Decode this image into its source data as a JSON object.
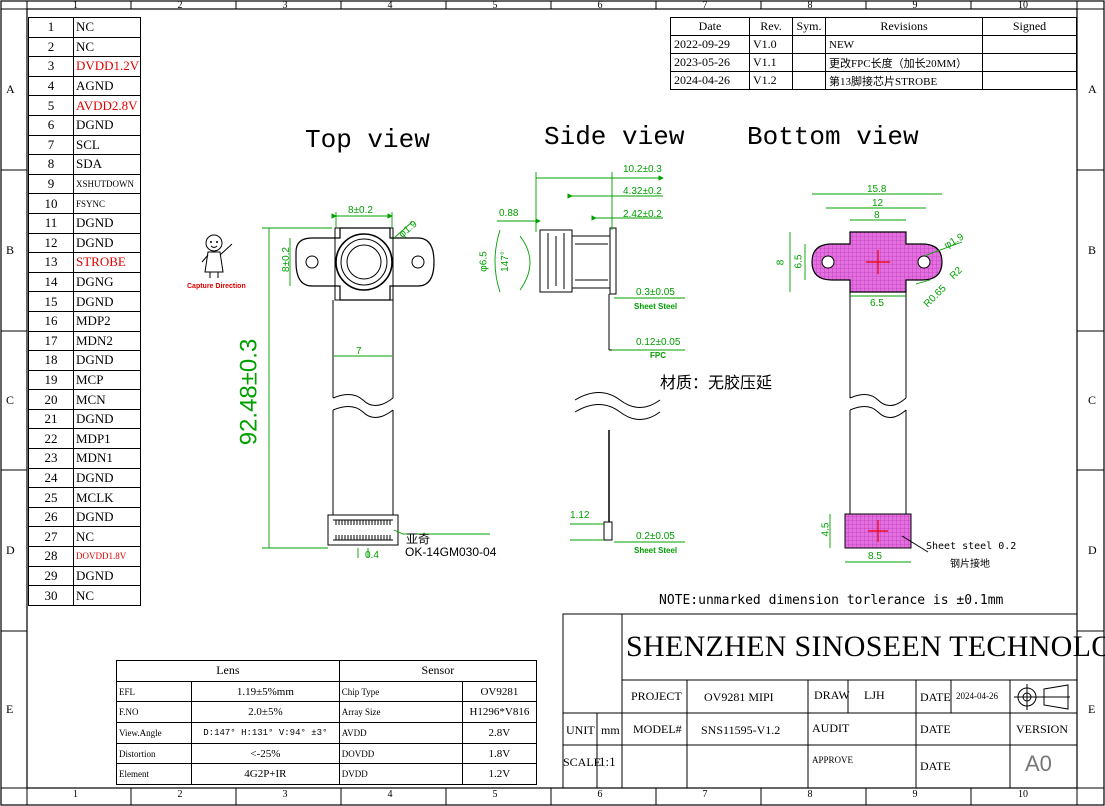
{
  "border": {
    "col_numbers": [
      "1",
      "2",
      "3",
      "4",
      "5",
      "6",
      "7",
      "8",
      "9",
      "10"
    ],
    "row_letters": [
      "A",
      "B",
      "C",
      "D",
      "E"
    ]
  },
  "pins": [
    {
      "no": "1",
      "sig": "NC"
    },
    {
      "no": "2",
      "sig": "NC"
    },
    {
      "no": "3",
      "sig": "DVDD1.2V",
      "color": "red"
    },
    {
      "no": "4",
      "sig": "AGND"
    },
    {
      "no": "5",
      "sig": "AVDD2.8V",
      "color": "red"
    },
    {
      "no": "6",
      "sig": "DGND"
    },
    {
      "no": "7",
      "sig": "SCL"
    },
    {
      "no": "8",
      "sig": "SDA"
    },
    {
      "no": "9",
      "sig": "XSHUTDOWN",
      "small": true
    },
    {
      "no": "10",
      "sig": "FSYNC",
      "small": true
    },
    {
      "no": "11",
      "sig": "DGND"
    },
    {
      "no": "12",
      "sig": "DGND"
    },
    {
      "no": "13",
      "sig": "STROBE",
      "color": "red"
    },
    {
      "no": "14",
      "sig": "DGNG"
    },
    {
      "no": "15",
      "sig": "DGND"
    },
    {
      "no": "16",
      "sig": "MDP2"
    },
    {
      "no": "17",
      "sig": "MDN2"
    },
    {
      "no": "18",
      "sig": "DGND"
    },
    {
      "no": "19",
      "sig": "MCP"
    },
    {
      "no": "20",
      "sig": "MCN"
    },
    {
      "no": "21",
      "sig": "DGND"
    },
    {
      "no": "22",
      "sig": "MDP1"
    },
    {
      "no": "23",
      "sig": "MDN1"
    },
    {
      "no": "24",
      "sig": "DGND"
    },
    {
      "no": "25",
      "sig": "MCLK"
    },
    {
      "no": "26",
      "sig": "DGND"
    },
    {
      "no": "27",
      "sig": "NC"
    },
    {
      "no": "28",
      "sig": "DOVDD1.8V",
      "color": "red",
      "small": true
    },
    {
      "no": "29",
      "sig": "DGND"
    },
    {
      "no": "30",
      "sig": "NC"
    }
  ],
  "revisions": {
    "headers": {
      "date": "Date",
      "rev": "Rev.",
      "sym": "Sym.",
      "desc": "Revisions",
      "signed": "Signed"
    },
    "rows": [
      {
        "date": "2022-09-29",
        "rev": "V1.0",
        "sym": "",
        "desc": "NEW",
        "signed": ""
      },
      {
        "date": "2023-05-26",
        "rev": "V1.1",
        "sym": "",
        "desc": "更改FPC长度（加长20MM）",
        "signed": ""
      },
      {
        "date": "2024-04-26",
        "rev": "V1.2",
        "sym": "",
        "desc": "第13脚接芯片STROBE",
        "signed": ""
      }
    ]
  },
  "views": {
    "top": "Top view",
    "side": "Side view",
    "bottom": "Bottom view"
  },
  "capture_direction": "Capture Direction",
  "top_view": {
    "dim_width": "8±0.2",
    "dim_height": "8±0.2",
    "dim_hole": "φ1.9",
    "dim_fpc_width": "7",
    "dim_length": "92.48±0.3",
    "dim_conn": "0.4",
    "connector_maker": "亚奇",
    "connector_part": "OK-14GM030-04"
  },
  "side_view": {
    "dim_total": "10.2±0.3",
    "dim_lens": "4.32±0.2",
    "dim_body": "2.42±0.2",
    "dim_offset": "0.88",
    "dim_dia": "φ6.5",
    "dim_fov": "147°",
    "sheet_steel_top": "0.3±0.05",
    "sheet_steel_label": "Sheet Steel",
    "fpc_thickness": "0.12±0.05",
    "fpc_label": "FPC",
    "material_note": "材质：无胶压延",
    "dim_conn_h": "1.12",
    "sheet_steel_bottom": "0.2±0.05"
  },
  "bottom_view": {
    "dim_15_8": "15.8",
    "dim_12": "12",
    "dim_8w": "8",
    "dim_8h": "8",
    "dim_6_5h": "6.5",
    "dim_6_5w": "6.5",
    "dim_hole": "φ1.9",
    "dim_r2": "R2",
    "dim_r065": "R0.65",
    "dim_4_5": "4.5",
    "dim_8_5": "8.5",
    "steel_note": "Sheet steel 0.2",
    "steel_note_cn": "钢片接地"
  },
  "note": "NOTE:unmarked dimension torlerance is ±0.1mm",
  "specs": {
    "lens_header": "Lens",
    "sensor_header": "Sensor",
    "rows": [
      {
        "lk": "EFL",
        "lv": "1.19±5%mm",
        "sk": "Chip Type",
        "sv": "OV9281"
      },
      {
        "lk": "F.NO",
        "lv": "2.0±5%",
        "sk": "Array Size",
        "sv": "H1296*V816"
      },
      {
        "lk": "View.Angle",
        "lv": "D:147° H:131° V:94° ±3°",
        "sk": "AVDD",
        "sv": "2.8V"
      },
      {
        "lk": "Distortion",
        "lv": "<-25%",
        "sk": "DOVDD",
        "sv": "1.8V"
      },
      {
        "lk": "Element",
        "lv": "4G2P+IR",
        "sk": "DVDD",
        "sv": "1.2V"
      }
    ]
  },
  "title_block": {
    "company": "SHENZHEN SINOSEEN TECHNOLOGY",
    "project_label": "PROJECT",
    "project": "OV9281 MIPI",
    "draw_label": "DRAW",
    "draw": "LJH",
    "date_label": "DATE",
    "date": "2024-04-26",
    "unit_label": "UNIT",
    "unit": "mm",
    "model_label": "MODEL#",
    "model": "SNS11595-V1.2",
    "audit_label": "AUDIT",
    "date2_label": "DATE",
    "version_label": "VERSION",
    "scale_label": "SCALE",
    "scale": "1:1",
    "approve_label": "APPROVE",
    "date3_label": "DATE",
    "version": "A0"
  }
}
